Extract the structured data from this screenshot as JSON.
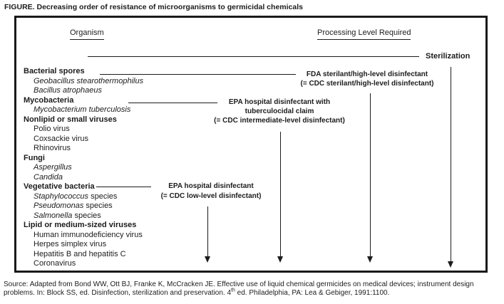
{
  "figure": {
    "title": "FIGURE. Decreasing order of resistance of microorganisms to germicidal chemicals",
    "columns": {
      "organism": "Organism",
      "processing": "Processing Level Required"
    },
    "sterilization_label": "Sterilization",
    "organisms": [
      {
        "main": "Bacterial spores",
        "rest": ""
      },
      {
        "main": "Geobacillus stearothermophilus",
        "rest": ""
      },
      {
        "main": "Bacillus atrophaeus",
        "rest": ""
      },
      {
        "main": "Mycobacteria",
        "rest": ""
      },
      {
        "main": "Mycobacterium tuberculosis",
        "rest": ""
      },
      {
        "main": "Nonlipid or small viruses",
        "rest": ""
      },
      {
        "main": "Polio virus",
        "rest": ""
      },
      {
        "main": "Coxsackie virus",
        "rest": ""
      },
      {
        "main": "Rhinovirus",
        "rest": ""
      },
      {
        "main": "Fungi",
        "rest": ""
      },
      {
        "main": "Aspergillus",
        "rest": ""
      },
      {
        "main": "Candida",
        "rest": ""
      },
      {
        "main": "Vegetative bacteria",
        "rest": ""
      },
      {
        "main": "Staphylococcus",
        "rest": " species"
      },
      {
        "main": "Pseudomonas",
        "rest": " species"
      },
      {
        "main": "Salmonella",
        "rest": " species"
      },
      {
        "main": "Lipid or medium-sized viruses",
        "rest": ""
      },
      {
        "main": "Human immunodeficiency virus",
        "rest": ""
      },
      {
        "main": "Herpes simplex virus",
        "rest": ""
      },
      {
        "main": "Hepatitis B and hepatitis C",
        "rest": ""
      },
      {
        "main": "Coronavirus",
        "rest": ""
      }
    ],
    "processing_levels": {
      "fda": {
        "line1": "FDA sterilant/high-level disinfectant",
        "line2": "(= CDC sterilant/high-level disinfectant)"
      },
      "epa_tb": {
        "line1": "EPA hospital disinfectant with",
        "line2": "tuberculocidal claim",
        "line3": "(= CDC intermediate-level disinfectant)"
      },
      "epa_low": {
        "line1": "EPA hospital disinfectant",
        "line2": "(= CDC low-level disinfectant)"
      }
    }
  },
  "footer": {
    "line1": "Source: Adapted from Bond WW, Ott BJ, Franke K, McCracken JE. Effective use of liquid chemical germicides on medical devices; instrument design",
    "line2_pre": "problems. In: Block SS, ed. Disinfection, sterilization and preservation. 4",
    "line2_sup": "th",
    "line2_post": " ed. Philadelphia, PA: Lea & Gebiger, 1991:1100."
  },
  "colors": {
    "ink": "#1c1c1c",
    "background": "#ffffff"
  }
}
